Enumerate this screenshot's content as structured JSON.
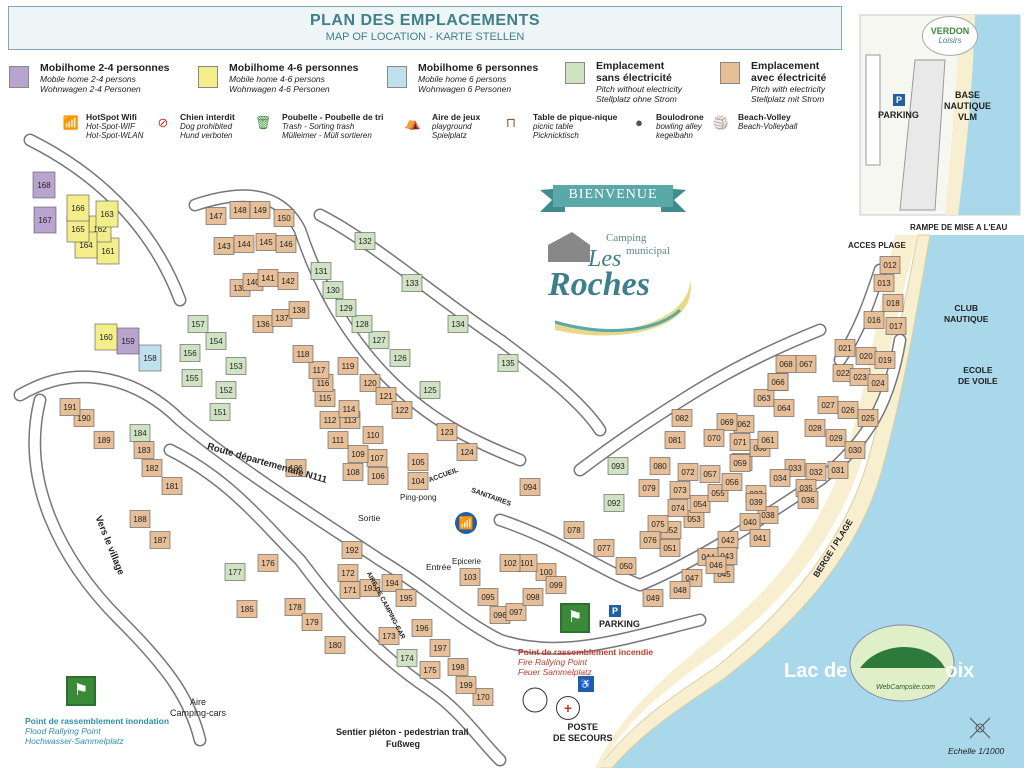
{
  "header": {
    "title": "PLAN DES EMPLACEMENTS",
    "subtitle": "MAP OF LOCATION - KARTE STELLEN"
  },
  "legend": {
    "types": [
      {
        "title": "Mobilhome 2-4 personnes",
        "en": "Mobile home 2-4 persons",
        "de": "Wohnwagen 2-4 Personen",
        "color": "#b9a3cf"
      },
      {
        "title": "Mobilhome 4-6 personnes",
        "en": "Mobile home 4-6 persons",
        "de": "Wohnwagen 4-6 Personen",
        "color": "#f3ee8a"
      },
      {
        "title": "Mobilhome 6 personnes",
        "en": "Mobile home 6 persons",
        "de": "Wohnwagen 6 Personen",
        "color": "#bfe0ec"
      },
      {
        "title1": "Emplacement",
        "title2": "sans électricité",
        "en": "Pitch without electricity",
        "de": "Stellplatz ohne Strom",
        "color": "#cfe3c3"
      },
      {
        "title1": "Emplacement",
        "title2": "avec électricité",
        "en": "Pitch with electricity",
        "de": "Stellplatz mit Strom",
        "color": "#e6bf98"
      }
    ],
    "services": [
      {
        "title": "HotSpot Wifi",
        "en": "Hot-Spot-WIF",
        "de": "Hot-Spot-WLAN"
      },
      {
        "title": "Chien interdit",
        "en": "Dog prohibited",
        "de": "Hund verboten"
      },
      {
        "title": "Poubelle - Poubelle de tri",
        "en": "Trash - Sorting trash",
        "de": "Mülleimer - Müll sortieren"
      },
      {
        "title": "Aire de jeux",
        "en": "playground",
        "de": "Spielplatz"
      },
      {
        "title": "Table de pique-nique",
        "en": "picnic table",
        "de": "Picknicktisch"
      },
      {
        "title": "Boulodrone",
        "en": "bowling alley",
        "de": "kegelbahn"
      },
      {
        "title": "Beach-Volley",
        "en": "Beach-Volleyball",
        "de": ""
      }
    ]
  },
  "brand": {
    "banner": "BIENVENUE",
    "camping": "Camping",
    "municipal": "municipal",
    "les": "Les",
    "roches": "Roches",
    "verdon1": "VERDON",
    "verdon2": "Loisirs"
  },
  "labels": {
    "parking_top": "PARKING",
    "parking_mid": "PARKING",
    "parking_badge": "P",
    "base_nautique": "BASE\nNAUTIQUE\nVLM",
    "rampe": "RAMPE DE MISE A L'EAU",
    "acces_plage": "ACCES PLAGE",
    "club_nautique": "CLUB\nNAUTIQUE",
    "ecole_voile": "ECOLE\nDE VOILE",
    "berge_plage": "BERGE / PLAGE",
    "route": "Route départementale N111",
    "vers_village": "Vers le village",
    "aire_camping": "Aire\nCamping-cars",
    "sentier": "Sentier piéton - pedestrian trail",
    "fussweg": "Fußweg",
    "poste": "POSTE\nDE SECOURS",
    "lac": "Lac de",
    "lac_end": "oix",
    "echelle": "Echelle 1/1000",
    "sortie": "Sortie",
    "entree": "Entrée",
    "epicerie": "Epicerie",
    "ping_pong": "Ping-pong",
    "accueil": "ACCUEIL",
    "sanitaires": "SANITAIRES",
    "aire_cc_vert": "AIRE DE CAMPING-CAR",
    "webcamp": "WebCampsite.com"
  },
  "rally": {
    "fire_title": "Point de rassemblement incendie",
    "fire_en": "Fire Rallying Point",
    "fire_de": "Feuer Sammelplatz",
    "flood_title": "Point de rassemblement inondation",
    "flood_en": "Flood Rallying Point",
    "flood_de": "Hochwasser-Sammelplatz"
  },
  "colors": {
    "elec": "#e6bf98",
    "noelec": "#cfe3c3",
    "mh24": "#b9a3cf",
    "mh46": "#f3ee8a",
    "mh6": "#bfe0ec",
    "lake": "#a8d8ea",
    "beach": "#f7efcf",
    "road": "#ffffff",
    "outline": "#555555"
  },
  "pitches": {
    "elec": [
      "012",
      "013",
      "018",
      "017",
      "016",
      "021",
      "020",
      "019",
      "022",
      "023",
      "024",
      "027",
      "026",
      "025",
      "028",
      "029",
      "030",
      "031",
      "032",
      "033",
      "034",
      "035",
      "036",
      "037",
      "038",
      "039",
      "040",
      "041",
      "042",
      "043",
      "044",
      "045",
      "046",
      "047",
      "048",
      "049",
      "050",
      "051",
      "052",
      "053",
      "054",
      "055",
      "056",
      "057",
      "058",
      "059",
      "060",
      "061",
      "062",
      "063",
      "064",
      "065",
      "066",
      "067",
      "068",
      "069",
      "070",
      "071",
      "072",
      "073",
      "074",
      "075",
      "076",
      "077",
      "078",
      "079",
      "080",
      "081",
      "082",
      "094",
      "095",
      "096",
      "097",
      "098",
      "099",
      "100",
      "101",
      "102",
      "103",
      "104",
      "105",
      "106",
      "107",
      "108",
      "109",
      "110",
      "111",
      "112",
      "113",
      "114",
      "115",
      "116",
      "117",
      "118",
      "119",
      "120",
      "121",
      "122",
      "123",
      "124",
      "136",
      "137",
      "138",
      "139",
      "140",
      "141",
      "142",
      "143",
      "144",
      "145",
      "146",
      "147",
      "148",
      "149",
      "150",
      "170",
      "171",
      "172",
      "173",
      "175",
      "176",
      "178",
      "179",
      "180",
      "181",
      "182",
      "183",
      "185",
      "186",
      "187",
      "188",
      "189",
      "190",
      "191",
      "192",
      "193",
      "194",
      "195",
      "196",
      "197",
      "198",
      "199"
    ],
    "noelec": [
      "092",
      "093",
      "125",
      "126",
      "127",
      "128",
      "129",
      "130",
      "131",
      "132",
      "133",
      "134",
      "135",
      "151",
      "152",
      "153",
      "154",
      "155",
      "156",
      "157",
      "174",
      "177",
      "184"
    ],
    "mh24": [
      "159",
      "167",
      "168"
    ],
    "mh46": [
      "160",
      "161",
      "162",
      "163",
      "164",
      "165",
      "166"
    ],
    "mh6": [
      "158"
    ]
  }
}
